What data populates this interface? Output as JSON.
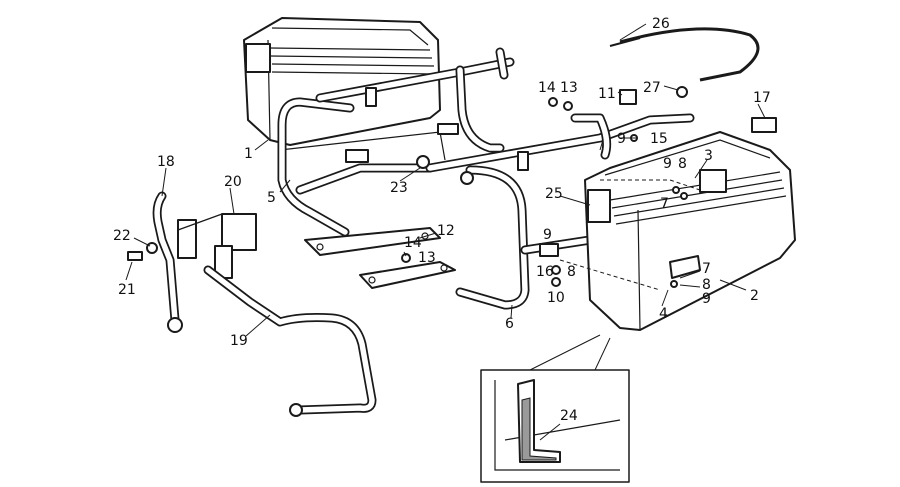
{
  "callouts": [
    {
      "id": "c1",
      "text": "1"
    },
    {
      "id": "c2",
      "text": "2"
    },
    {
      "id": "c3",
      "text": "3"
    },
    {
      "id": "c4",
      "text": "4"
    },
    {
      "id": "c5",
      "text": "5"
    },
    {
      "id": "c6",
      "text": "6"
    },
    {
      "id": "c7a",
      "text": "7"
    },
    {
      "id": "c7b",
      "text": "7"
    },
    {
      "id": "c8a",
      "text": "8"
    },
    {
      "id": "c8b",
      "text": "8"
    },
    {
      "id": "c8c",
      "text": "8"
    },
    {
      "id": "c9a",
      "text": "9"
    },
    {
      "id": "c9b",
      "text": "9"
    },
    {
      "id": "c9c",
      "text": "9"
    },
    {
      "id": "c9d",
      "text": "9"
    },
    {
      "id": "c10",
      "text": "10"
    },
    {
      "id": "c11",
      "text": "11"
    },
    {
      "id": "c12",
      "text": "12"
    },
    {
      "id": "c13a",
      "text": "13"
    },
    {
      "id": "c13b",
      "text": "13"
    },
    {
      "id": "c14a",
      "text": "14"
    },
    {
      "id": "c14b",
      "text": "14"
    },
    {
      "id": "c15",
      "text": "15"
    },
    {
      "id": "c16",
      "text": "16"
    },
    {
      "id": "c17",
      "text": "17"
    },
    {
      "id": "c18",
      "text": "18"
    },
    {
      "id": "c19",
      "text": "19"
    },
    {
      "id": "c20",
      "text": "20"
    },
    {
      "id": "c21",
      "text": "21"
    },
    {
      "id": "c22",
      "text": "22"
    },
    {
      "id": "c23",
      "text": "23"
    },
    {
      "id": "c24",
      "text": "24"
    },
    {
      "id": "c25",
      "text": "25"
    },
    {
      "id": "c26",
      "text": "26"
    },
    {
      "id": "c27",
      "text": "27"
    }
  ]
}
